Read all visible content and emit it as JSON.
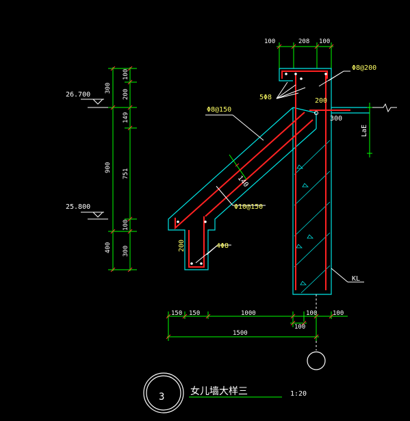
{
  "dims_top": {
    "d1": "100",
    "d2": "208",
    "d3": "100"
  },
  "left_scale": {
    "elev_top": "26.700",
    "elev_bottom": "25.800",
    "seg_outer_top": "300",
    "seg_outer_mid": "900",
    "seg_outer_bot": "400",
    "seg_inner_1": "100",
    "seg_inner_2": "200",
    "seg_inner_3": "149",
    "seg_inner_4": "751",
    "seg_inner_5": "100",
    "seg_inner_6": "300"
  },
  "labels": {
    "rebar_phi8_200": "Φ8@200",
    "rebar_5phi8": "5Φ8",
    "dim_200_top": "200",
    "rebar_phi8_150": "Φ8@150",
    "dim_300": "300",
    "lae": "LaE",
    "slab_thk": "140",
    "rebar_phi10_150": "Φ10@150",
    "dim_200_side": "200",
    "rebar_4phi8": "4Φ8",
    "kl": "KL"
  },
  "dims_bottom": {
    "d150a": "150",
    "d150b": "150",
    "d1000": "1000",
    "d100a": "100",
    "d100b": "100",
    "d100c": "100",
    "d1500": "1500"
  },
  "title": {
    "number": "3",
    "name": "女儿墙大样三",
    "scale": "1:20"
  }
}
